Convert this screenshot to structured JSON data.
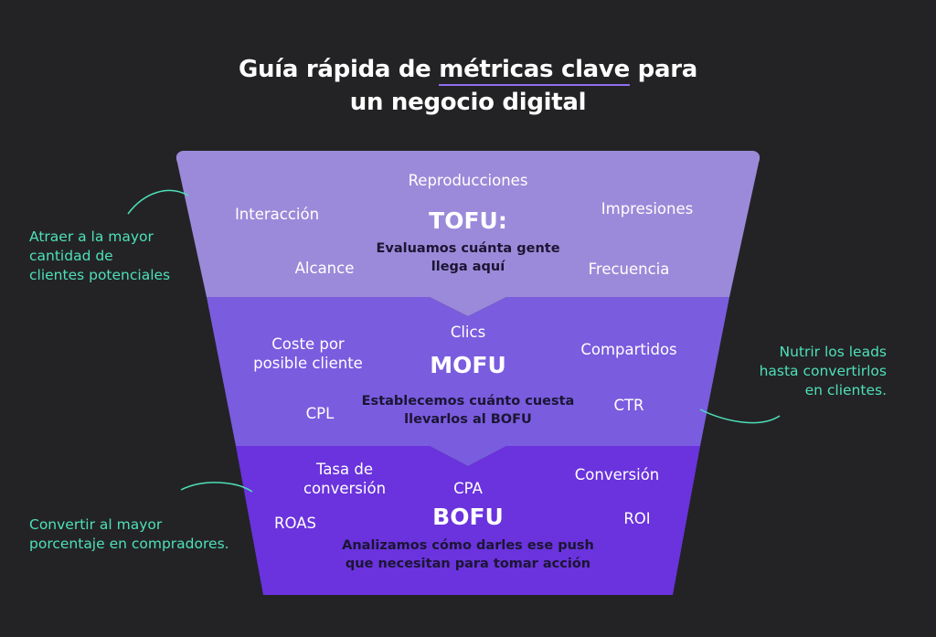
{
  "title": {
    "before": "Guía rápida de ",
    "highlight": "métricas clave",
    "after": " para",
    "line2": "un negocio digital"
  },
  "colors": {
    "background": "#232325",
    "tofu": "#9b8ad9",
    "mofu": "#7a5cdf",
    "bofu": "#6a33dd",
    "annotation": "#4ee0b8"
  },
  "tofu": {
    "stage": "TOFU:",
    "desc_line1": "Evaluamos cuánta gente",
    "desc_line2": "llega aquí",
    "metrics": {
      "reproducciones": "Reproducciones",
      "interaccion": "Interacción",
      "impresiones": "Impresiones",
      "alcance": "Alcance",
      "frecuencia": "Frecuencia"
    }
  },
  "mofu": {
    "stage": "MOFU",
    "desc_line1": "Establecemos cuánto cuesta",
    "desc_line2": "llevarlos al BOFU",
    "metrics": {
      "clics": "Clics",
      "coste_line1": "Coste por",
      "coste_line2": "posible cliente",
      "compartidos": "Compartidos",
      "cpl": "CPL",
      "ctr": "CTR"
    }
  },
  "bofu": {
    "stage": "BOFU",
    "desc_line1": "Analizamos cómo darles ese push",
    "desc_line2": "que necesitan para tomar acción",
    "metrics": {
      "tasa_line1": "Tasa de",
      "tasa_line2": "conversión",
      "cpa": "CPA",
      "conversion": "Conversión",
      "roas": "ROAS",
      "roi": "ROI"
    }
  },
  "annotations": {
    "tofu": [
      "Atraer a la mayor",
      "cantidad de",
      "clientes potenciales"
    ],
    "mofu": [
      "Nutrir los leads",
      "hasta convertirlos",
      "en clientes."
    ],
    "bofu": [
      "Convertir al mayor",
      "porcentaje en compradores."
    ]
  }
}
